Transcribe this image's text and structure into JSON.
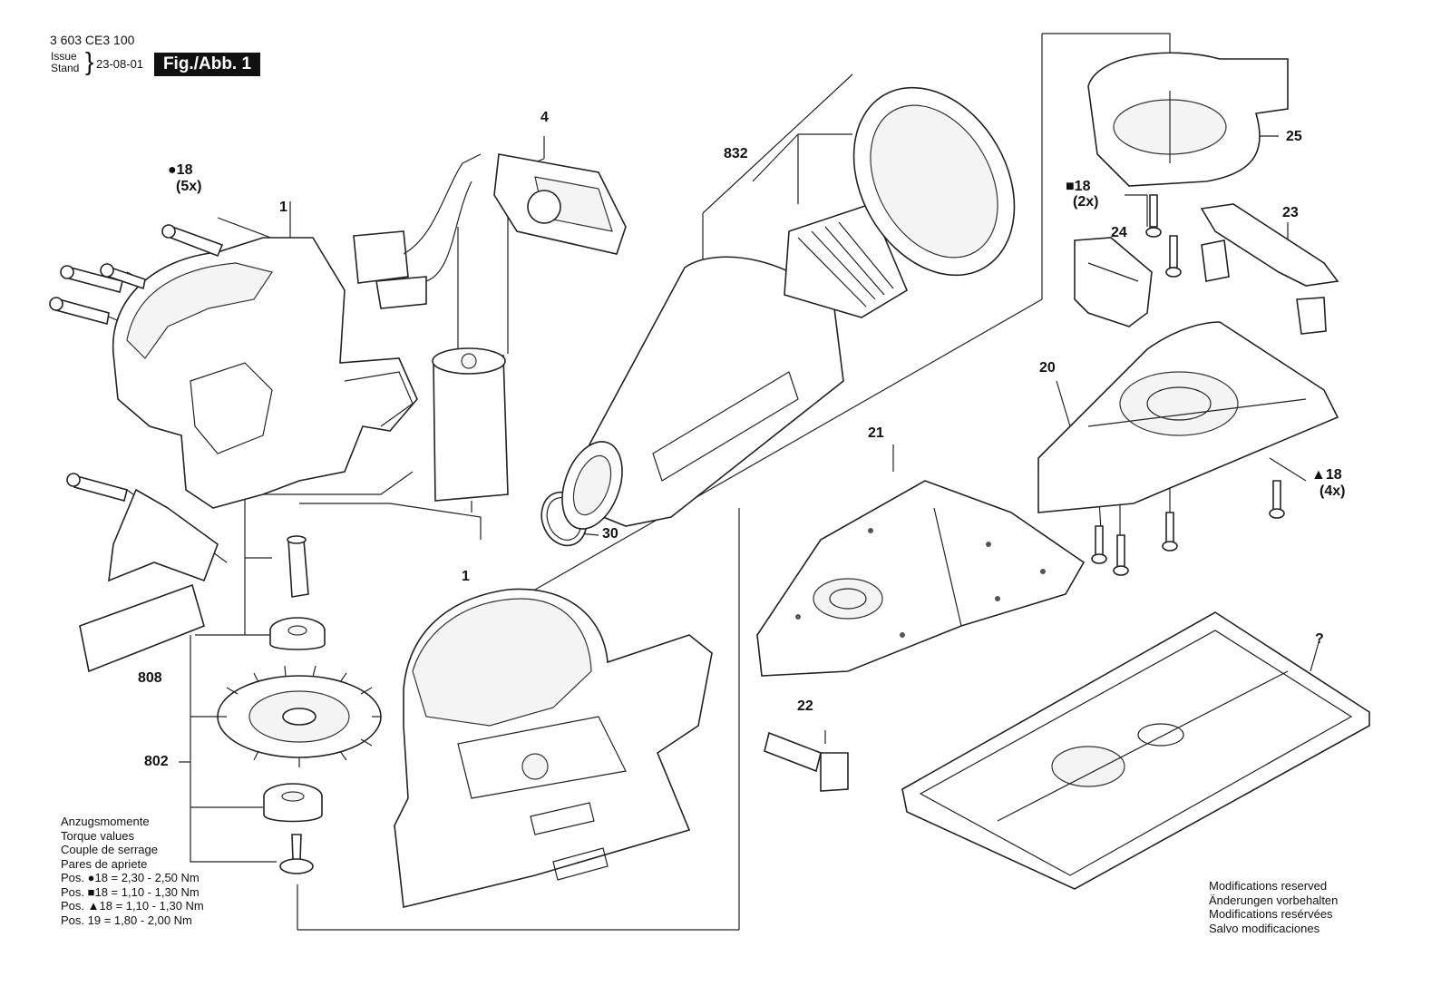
{
  "header": {
    "part_number": "3 603 CE3 100",
    "issue_label": "Issue",
    "stand_label": "Stand",
    "date": "23-08-01",
    "figure_label": "Fig./Abb. 1"
  },
  "part_labels": {
    "p4": "4",
    "p832": "832",
    "p25": "25",
    "p18_dot": "●18",
    "p5x": "(5x)",
    "p1_top": "1",
    "p18_sq": "■18",
    "p2x": "(2x)",
    "p24": "24",
    "p23": "23",
    "p20": "20",
    "p21": "21",
    "p18_tri": "▲18",
    "p4x": "(4x)",
    "p30": "30",
    "p1_bottom": "1",
    "p808": "808",
    "p802": "802",
    "p22": "22",
    "p_unknown": "?"
  },
  "torque_notes": {
    "lines": [
      "Anzugsmomente",
      "Torque values",
      "Couple de serrage",
      "Pares de apriete",
      "Pos. ●18 = 2,30 - 2,50 Nm",
      "Pos. ■18 = 1,10 - 1,30 Nm",
      "Pos. ▲18 = 1,10 - 1,30 Nm",
      "Pos.    19 = 1,80 - 2,00 Nm"
    ]
  },
  "modification_notes": {
    "lines": [
      "Modifications reserved",
      "Änderungen vorbehalten",
      "Modifications resérvées",
      "Salvo modificaciones"
    ]
  },
  "colors": {
    "ink": "#222222",
    "header_box": "#111111",
    "background": "#ffffff"
  }
}
